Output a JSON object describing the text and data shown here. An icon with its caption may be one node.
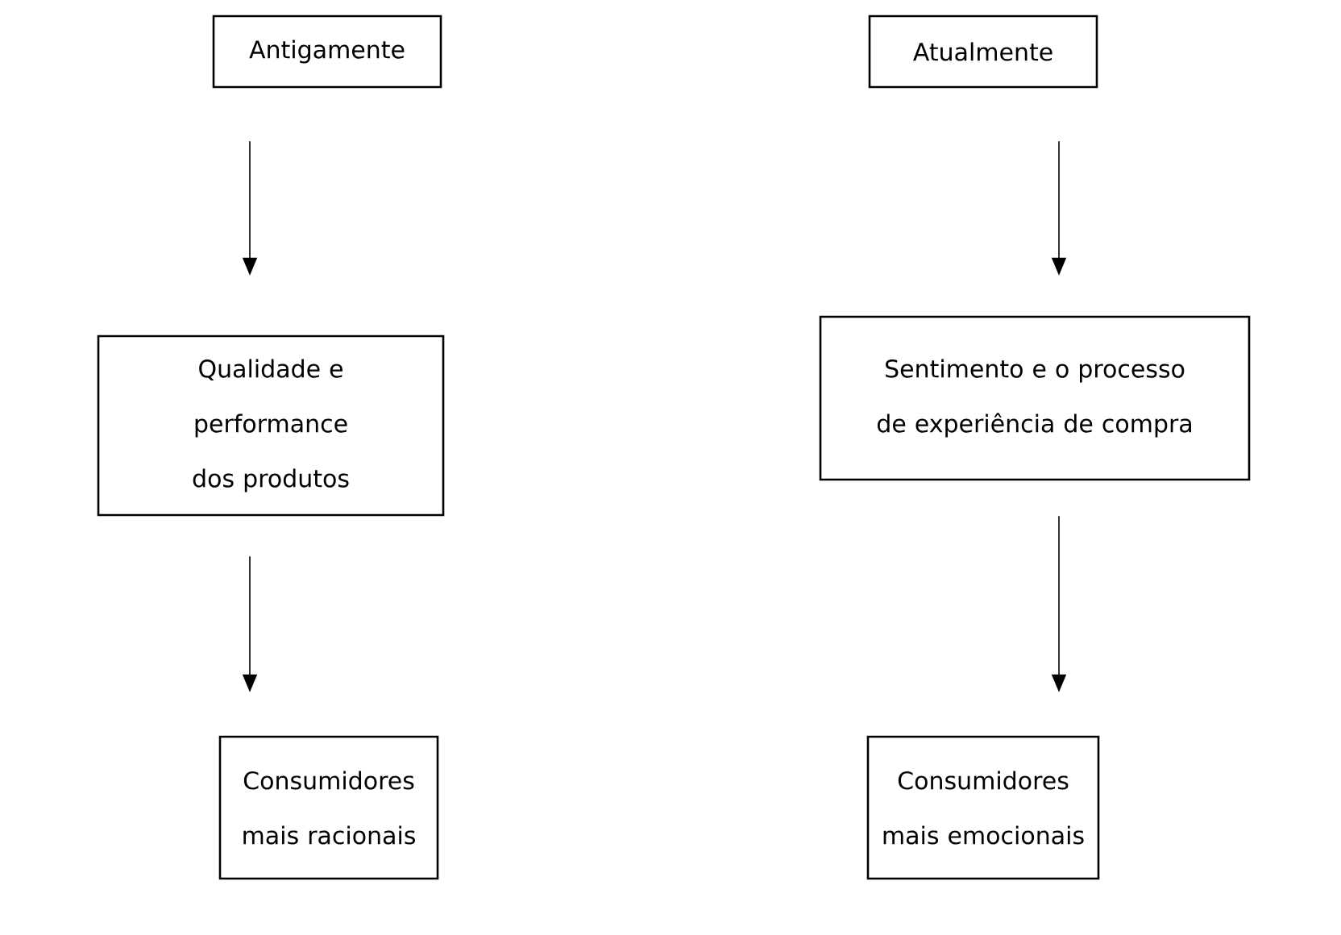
{
  "diagram": {
    "nodes": [
      {
        "text": [
          "Antigamente"
        ]
      },
      {
        "text": [
          "Atualmente"
        ]
      },
      {
        "text": [
          "Qualidade e performance dos produtos"
        ]
      },
      {
        "text": [
          "Sentimento e o processo de experiência de compra"
        ]
      },
      {
        "text": [
          "Consumidores mais racionais"
        ]
      },
      {
        "text": [
          "Consumidores mais emocionais"
        ]
      }
    ],
    "edges": [
      {
        "from": 0,
        "to": 2,
        "arrow": "to"
      },
      {
        "from": 1,
        "to": 3,
        "arrow": "to"
      },
      {
        "from": 2,
        "to": 4,
        "arrow": "to"
      },
      {
        "from": 3,
        "to": 5,
        "arrow": "to"
      }
    ]
  }
}
